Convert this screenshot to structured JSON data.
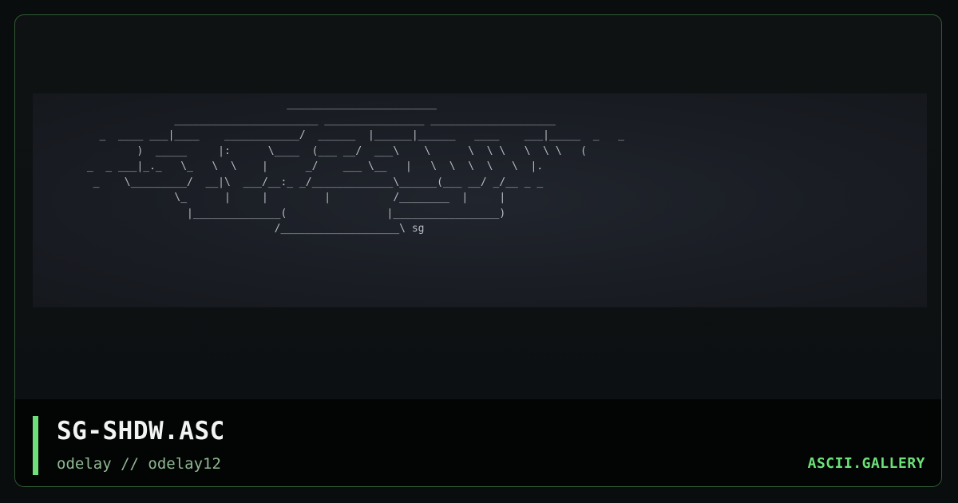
{
  "artwork": {
    "lines": [
      "                                 ________________________                   ",
      "               _______________________ ________________ ____________________",
      "   _  ____ ___|____    ____________/  ______  |______|______   ____    ___|_____  _   _",
      "         )  _____     |:      \\____  (___ __/  ___\\    \\      \\  \\ \\   \\  \\ \\   (",
      " _  _ ___|_._   \\_   \\  \\    |      _/    ___ \\__   |   \\  \\  \\  \\   \\  |.",
      "  _    \\_________/  __|\\  ___/__:_ _/_____________\\______(___ __/ _/__ _ _",
      "               \\_      |     |         |          /________  |     |",
      "                 |______________(                |_________________)",
      "                               /___________________\\ sg"
    ]
  },
  "footer": {
    "title": "SG-SHDW.ASC",
    "author": "odelay // odelay12",
    "brand": "ASCII.GALLERY"
  },
  "colors": {
    "accent": "#6ee07a",
    "frame_border": "#2f5a34",
    "background": "#0a0d0d",
    "art_text": "#b9bcc2"
  }
}
